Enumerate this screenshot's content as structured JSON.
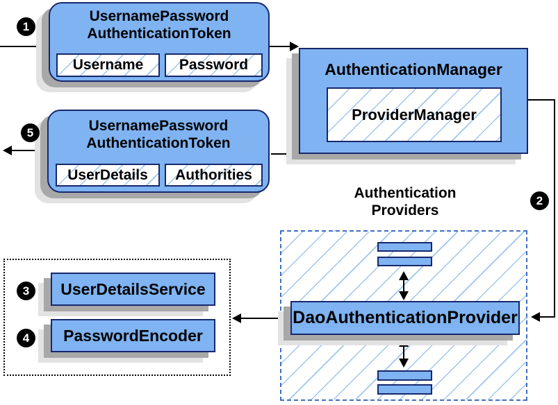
{
  "diagram": {
    "steps": {
      "s1": "1",
      "s2": "2",
      "s3": "3",
      "s4": "4",
      "s5": "5"
    },
    "request_token": {
      "title1": "UsernamePassword",
      "title2": "AuthenticationToken",
      "field1": "Username",
      "field2": "Password"
    },
    "authentication_manager": {
      "title": "AuthenticationManager",
      "provider_manager": "ProviderManager"
    },
    "response_token": {
      "title1": "UsernamePassword",
      "title2": "AuthenticationToken",
      "field1": "UserDetails",
      "field2": "Authorities"
    },
    "providers_heading": {
      "line1": "Authentication",
      "line2": "Providers"
    },
    "dao_authentication_provider": "DaoAuthenticationProvider",
    "user_details_service": "UserDetailsService",
    "password_encoder": "PasswordEncoder",
    "colors": {
      "box_fill": "#7fb3f2",
      "box_border": "#16276b",
      "hatch_line": "#9fc5ec",
      "dashed_border": "#3f6fbf",
      "shadow_dark": "#a8a8a8",
      "shadow_light": "#e2e2e2",
      "arrow": "#000000",
      "badge_bg": "#000000",
      "badge_text": "#ffffff"
    }
  }
}
